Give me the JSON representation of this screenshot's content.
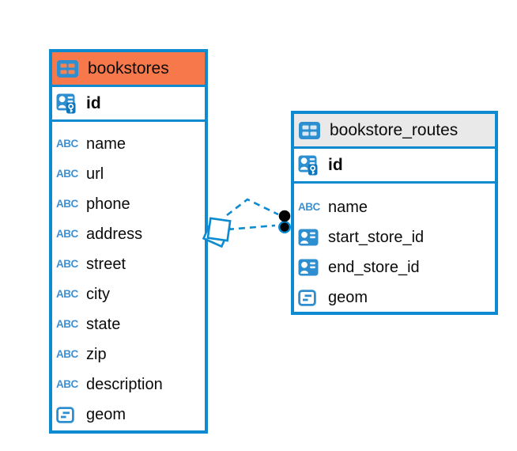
{
  "palette": {
    "table_border": "#0E8BD0",
    "icon_blue": "#2E8FD0",
    "abc_blue": "#3E90D2",
    "bookstores_header": "#F7794B",
    "routes_header": "#E9E9E9",
    "text": "#0B0B0B",
    "relationship_line": "#0E8BD0",
    "many_end_dot": "#000000"
  },
  "icons": {
    "text_type_label": "ABC"
  },
  "tables": {
    "bookstores": {
      "title": "bookstores",
      "primary_key": "id",
      "columns": [
        {
          "name": "name",
          "type": "text"
        },
        {
          "name": "url",
          "type": "text"
        },
        {
          "name": "phone",
          "type": "text"
        },
        {
          "name": "address",
          "type": "text"
        },
        {
          "name": "street",
          "type": "text"
        },
        {
          "name": "city",
          "type": "text"
        },
        {
          "name": "state",
          "type": "text"
        },
        {
          "name": "zip",
          "type": "text"
        },
        {
          "name": "description",
          "type": "text"
        },
        {
          "name": "geom",
          "type": "geometry"
        }
      ]
    },
    "routes": {
      "title": "bookstore_routes",
      "primary_key": "id",
      "columns": [
        {
          "name": "name",
          "type": "text"
        },
        {
          "name": "start_store_id",
          "type": "foreign_key"
        },
        {
          "name": "end_store_id",
          "type": "foreign_key"
        },
        {
          "name": "geom",
          "type": "geometry"
        }
      ]
    }
  },
  "relationships": {
    "count": 2,
    "from_table": "bookstores",
    "to_table": "bookstore_routes",
    "style": "dashed",
    "one_end_marker": "diamond",
    "many_end_marker": "dot"
  }
}
